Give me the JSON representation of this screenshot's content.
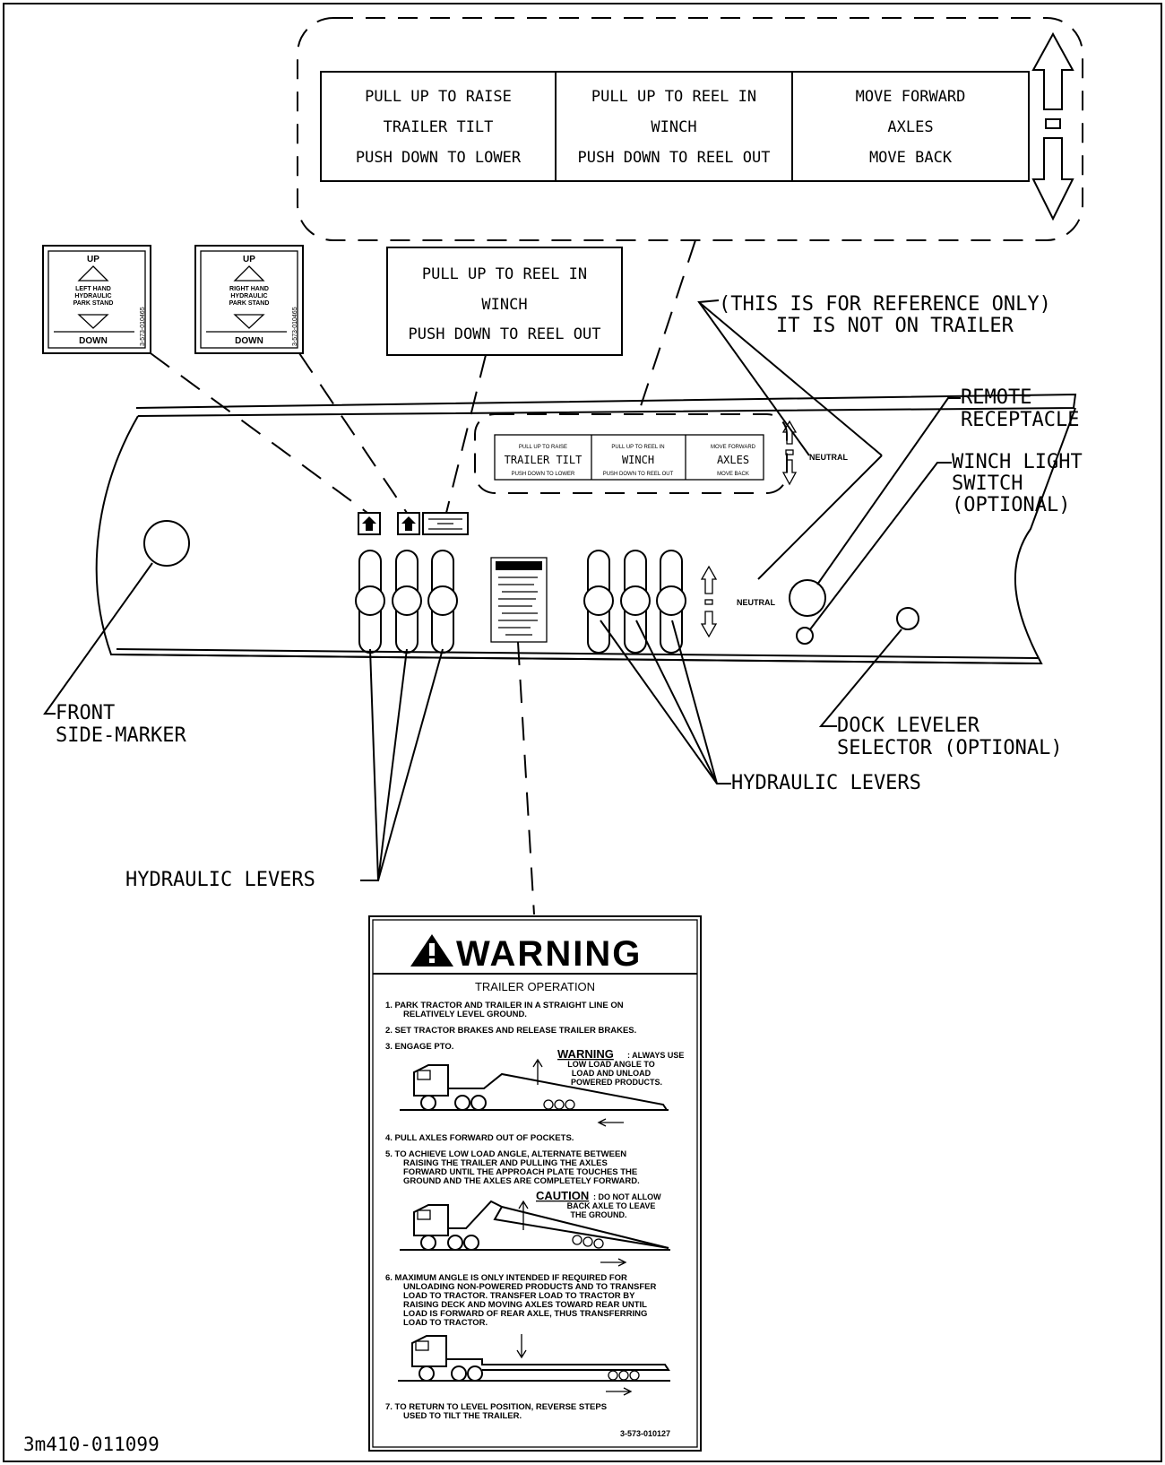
{
  "control_decal": {
    "panels": [
      {
        "line1": "PULL UP TO RAISE",
        "line2": "TRAILER TILT",
        "line3": "PUSH DOWN TO LOWER"
      },
      {
        "line1": "PULL UP TO REEL IN",
        "line2": "WINCH",
        "line3": "PUSH DOWN TO REEL OUT"
      },
      {
        "line1": "MOVE FORWARD",
        "line2": "AXLES",
        "line3": "MOVE BACK"
      }
    ]
  },
  "park_stand_decals": {
    "left": {
      "up": "UP",
      "line1": "LEFT HAND",
      "line2": "HYDRAULIC",
      "line3": "PARK STAND",
      "down": "DOWN",
      "part_no": "3-573-010465"
    },
    "right": {
      "up": "UP",
      "line1": "RIGHT HAND",
      "line2": "HYDRAULIC",
      "line3": "PARK STAND",
      "down": "DOWN",
      "part_no": "3-573-010465"
    }
  },
  "winch_decal": {
    "line1": "PULL UP TO REEL IN",
    "line2": "WINCH",
    "line3": "PUSH DOWN TO REEL OUT"
  },
  "callouts": {
    "reference_line1": "(THIS IS FOR REFERENCE ONLY)",
    "reference_line2": "IT IS NOT ON TRAILER",
    "remote_receptacle_1": "REMOTE",
    "remote_receptacle_2": "RECEPTACLE",
    "winch_light_1": "WINCH LIGHT",
    "winch_light_2": "SWITCH",
    "winch_light_3": "(OPTIONAL)",
    "front_marker_1": "FRONT",
    "front_marker_2": "SIDE-MARKER",
    "dock_leveler_1": "DOCK LEVELER",
    "dock_leveler_2": "SELECTOR (OPTIONAL)",
    "hydraulic_levers_right": "HYDRAULIC LEVERS",
    "hydraulic_levers_left": "HYDRAULIC LEVERS",
    "neutral": "NEUTRAL"
  },
  "warning_decal": {
    "header": "WARNING",
    "title": "TRAILER OPERATION",
    "step1a": "1.  PARK TRACTOR AND TRAILER IN A STRAIGHT LINE ON",
    "step1b": "RELATIVELY LEVEL GROUND.",
    "step2": "2.  SET TRACTOR BRAKES AND RELEASE TRAILER BRAKES.",
    "step3": "3.  ENGAGE PTO.",
    "warn_label": "WARNING",
    "warn_a": ": ALWAYS USE",
    "warn_b": "LOW LOAD ANGLE TO",
    "warn_c": "LOAD AND UNLOAD",
    "warn_d": "POWERED PRODUCTS.",
    "step4": "4.  PULL AXLES FORWARD OUT OF POCKETS.",
    "step5a": "5.  TO ACHIEVE LOW LOAD ANGLE, ALTERNATE BETWEEN",
    "step5b": "RAISING THE TRAILER AND PULLING THE AXLES",
    "step5c": "FORWARD UNTIL THE APPROACH PLATE TOUCHES THE",
    "step5d": "GROUND AND THE AXLES ARE COMPLETELY FORWARD.",
    "caution_label": "CAUTION",
    "caution_a": ": DO NOT ALLOW",
    "caution_b": "BACK AXLE TO LEAVE",
    "caution_c": "THE GROUND.",
    "step6a": "6.  MAXIMUM ANGLE IS ONLY INTENDED IF REQUIRED FOR",
    "step6b": "UNLOADING NON-POWERED PRODUCTS AND TO TRANSFER",
    "step6c": "LOAD TO TRACTOR. TRANSFER LOAD TO TRACTOR BY",
    "step6d": "RAISING DECK AND MOVING AXLES TOWARD REAR UNTIL",
    "step6e": "LOAD IS FORWARD OF REAR AXLE, THUS TRANSFERRING",
    "step6f": "LOAD TO TRACTOR.",
    "step7a": "7.  TO RETURN TO LEVEL POSITION, REVERSE STEPS",
    "step7b": "USED TO TILT THE TRAILER.",
    "part_no": "3-573-010127"
  },
  "drawing_number": "3m410-011099"
}
